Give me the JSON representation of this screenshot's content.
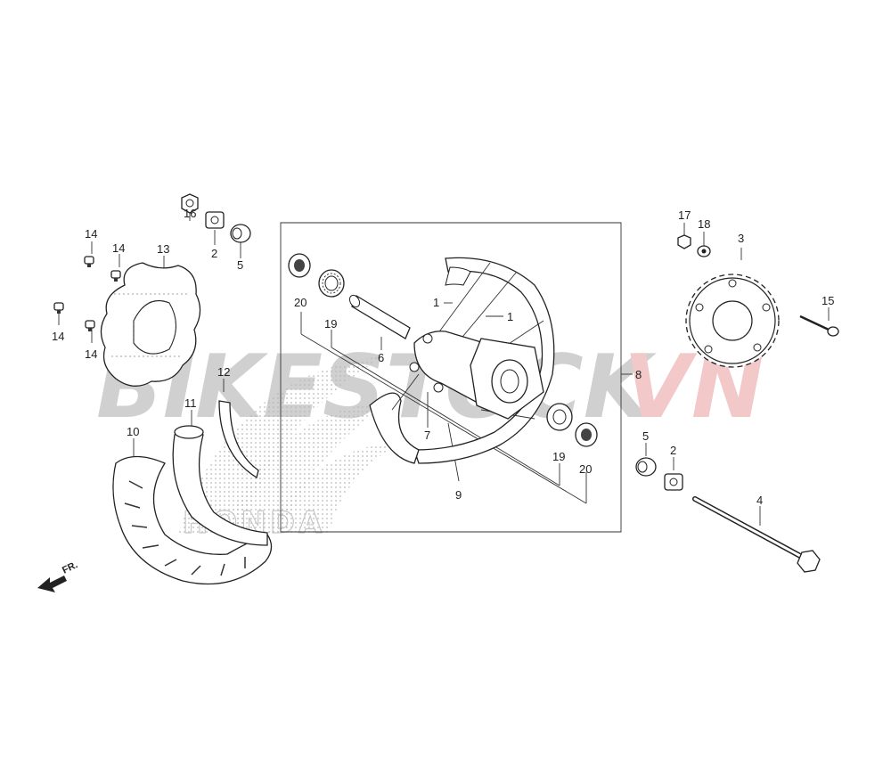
{
  "diagram": {
    "watermark": {
      "text_left": "BIKESTOCK",
      "text_right": "VN",
      "color_left": "#d0d0d0",
      "color_right": "#f2c8c8"
    },
    "logo_text": "HONDA",
    "direction_label": "FR.",
    "part_numbers": {
      "p1a": "1",
      "p1b": "1",
      "p2a": "2",
      "p2b": "2",
      "p3": "3",
      "p4": "4",
      "p5a": "5",
      "p5b": "5",
      "p6": "6",
      "p7": "7",
      "p8": "8",
      "p9": "9",
      "p10": "10",
      "p11": "11",
      "p12": "12",
      "p13": "13",
      "p14a": "14",
      "p14b": "14",
      "p14c": "14",
      "p14d": "14",
      "p15": "15",
      "p16": "16",
      "p17": "17",
      "p18": "18",
      "p19a": "19",
      "p19b": "19",
      "p20a": "20",
      "p20b": "20"
    }
  }
}
